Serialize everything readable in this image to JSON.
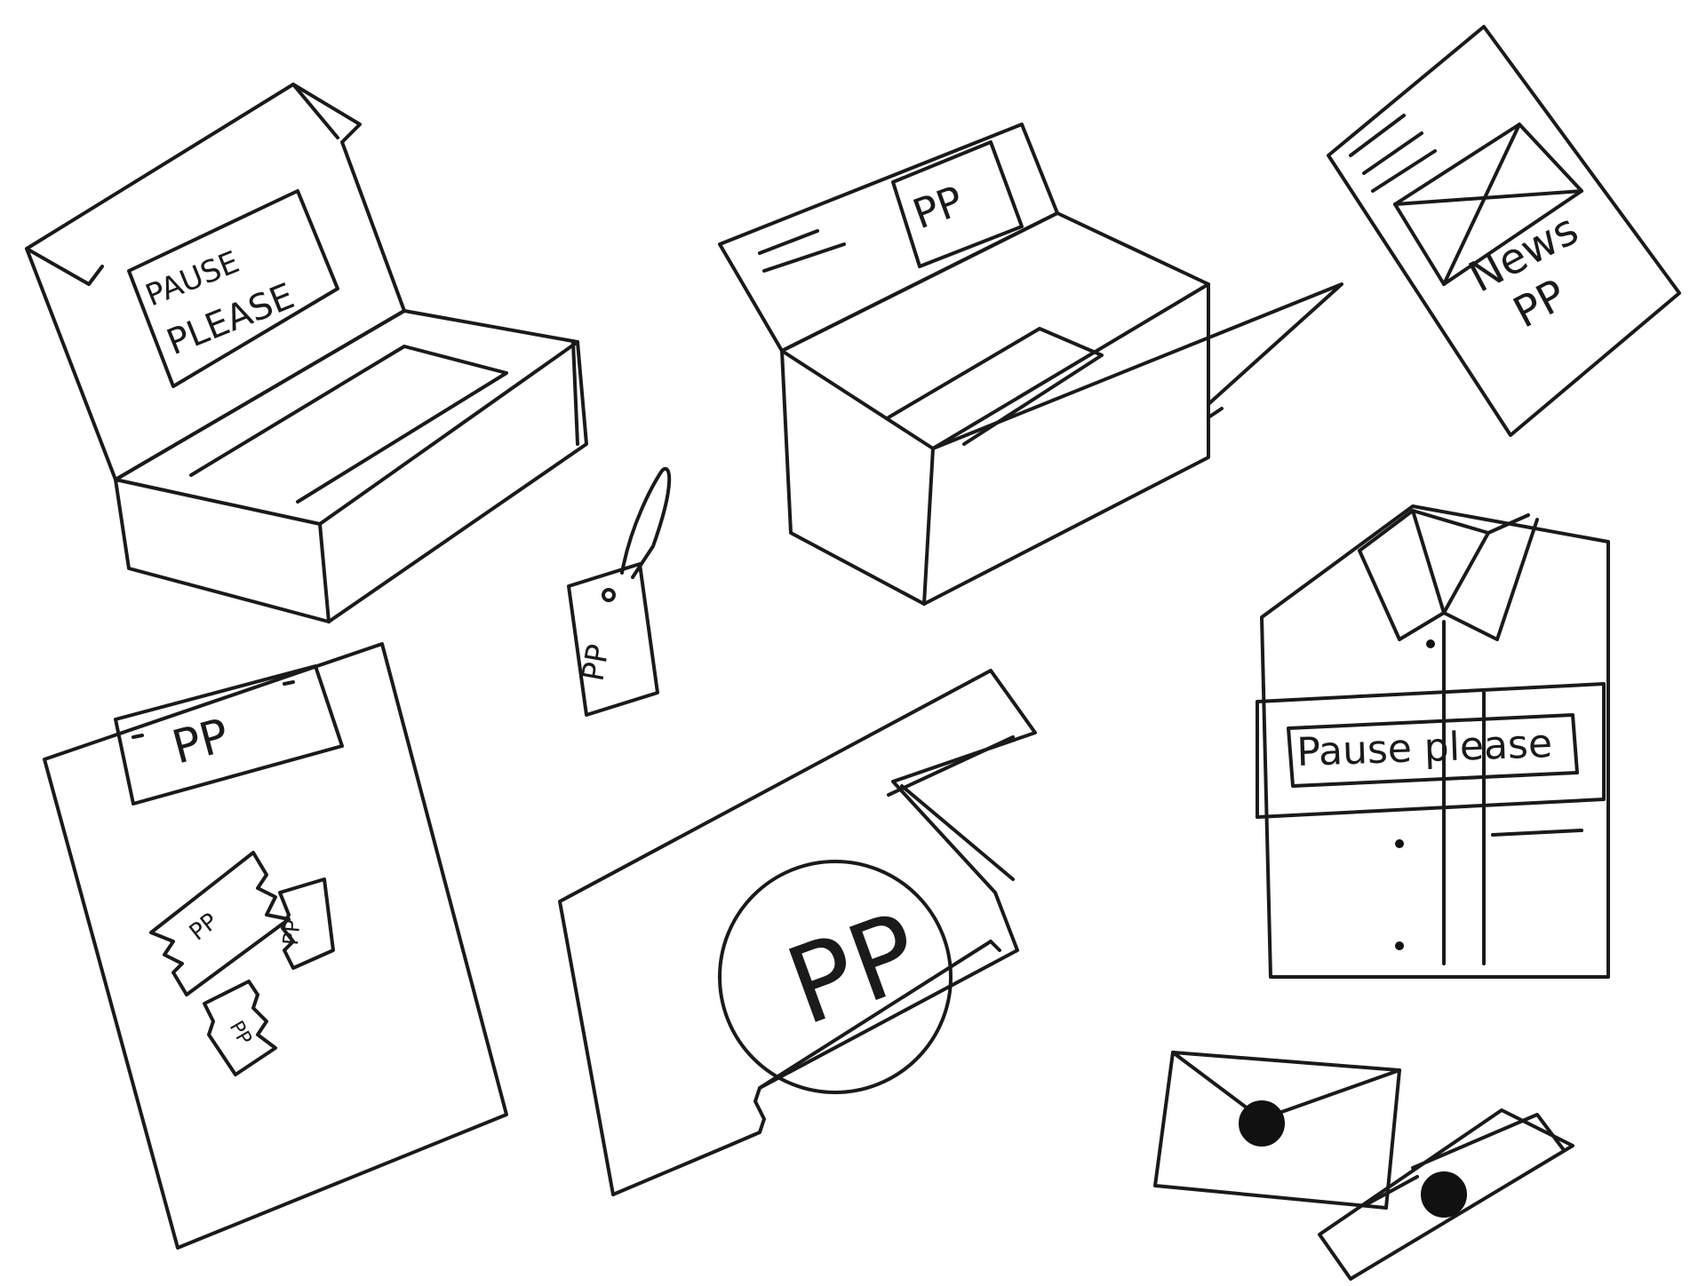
{
  "labels": {
    "box_lid_line1": "PAUSE",
    "box_lid_line2": "PLEASE",
    "shipping_box_label": "PP",
    "newsletter_line1": "News",
    "newsletter_line2": "PP",
    "hang_tag": "PP",
    "poster_header": "PP",
    "sticker_1": "PP",
    "sticker_2": "PP",
    "sticker_3": "PP",
    "tote_bag_logo": "PP",
    "shirt_band": "Pause please"
  }
}
